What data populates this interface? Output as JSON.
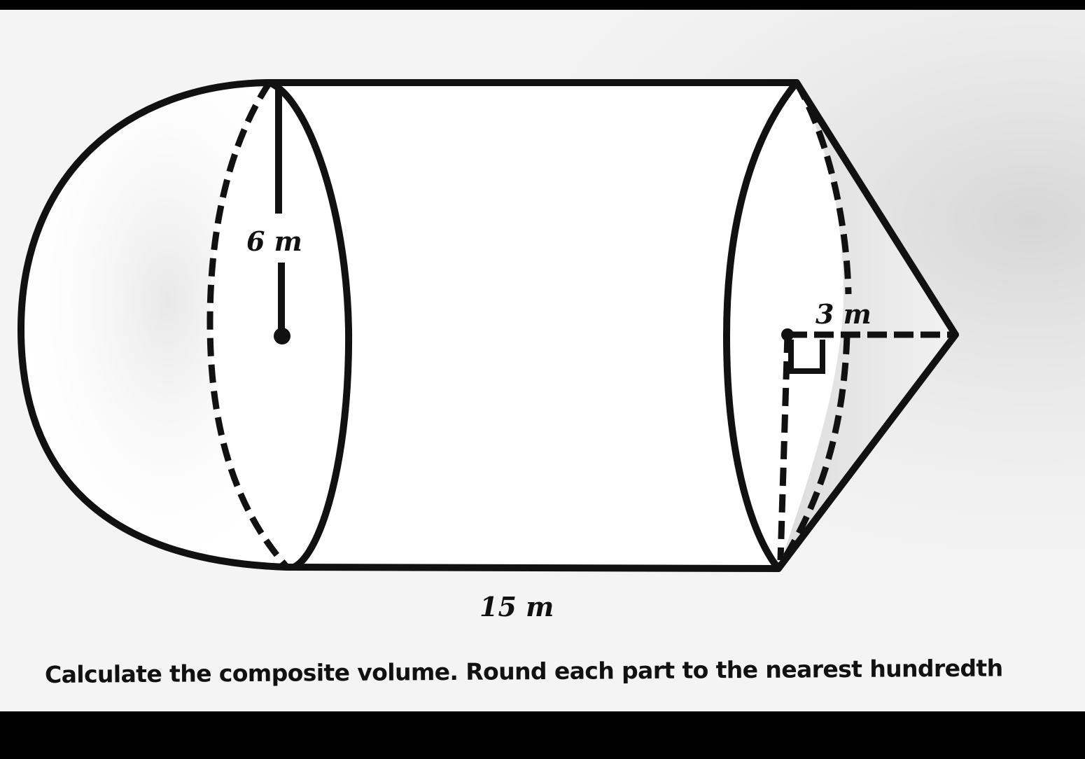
{
  "figure": {
    "hemisphere_radius_label": "6 m",
    "cone_height_label": "3 m",
    "cylinder_length_label": "15 m",
    "stroke_color": "#111111"
  },
  "caption": "Calculate the composite volume. Round each part to the nearest hundredth"
}
